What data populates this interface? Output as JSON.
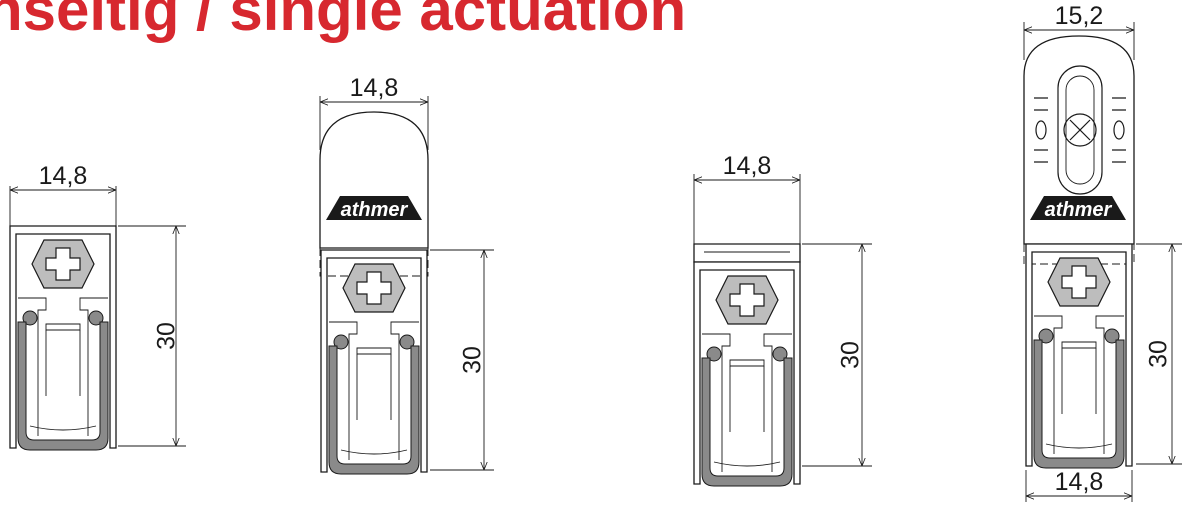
{
  "heading": {
    "text": "nseitig / single actuation",
    "color": "#d7282f"
  },
  "logo": {
    "text": "athmer"
  },
  "dimension_labels": {
    "p1_width": "14,8",
    "p1_height": "30",
    "p2_width": "14,8",
    "p2_height": "30",
    "p3_width": "14,8",
    "p3_height": "30",
    "p4_width_top": "15,2",
    "p4_height": "30",
    "p4_width_bottom": "14,8"
  }
}
